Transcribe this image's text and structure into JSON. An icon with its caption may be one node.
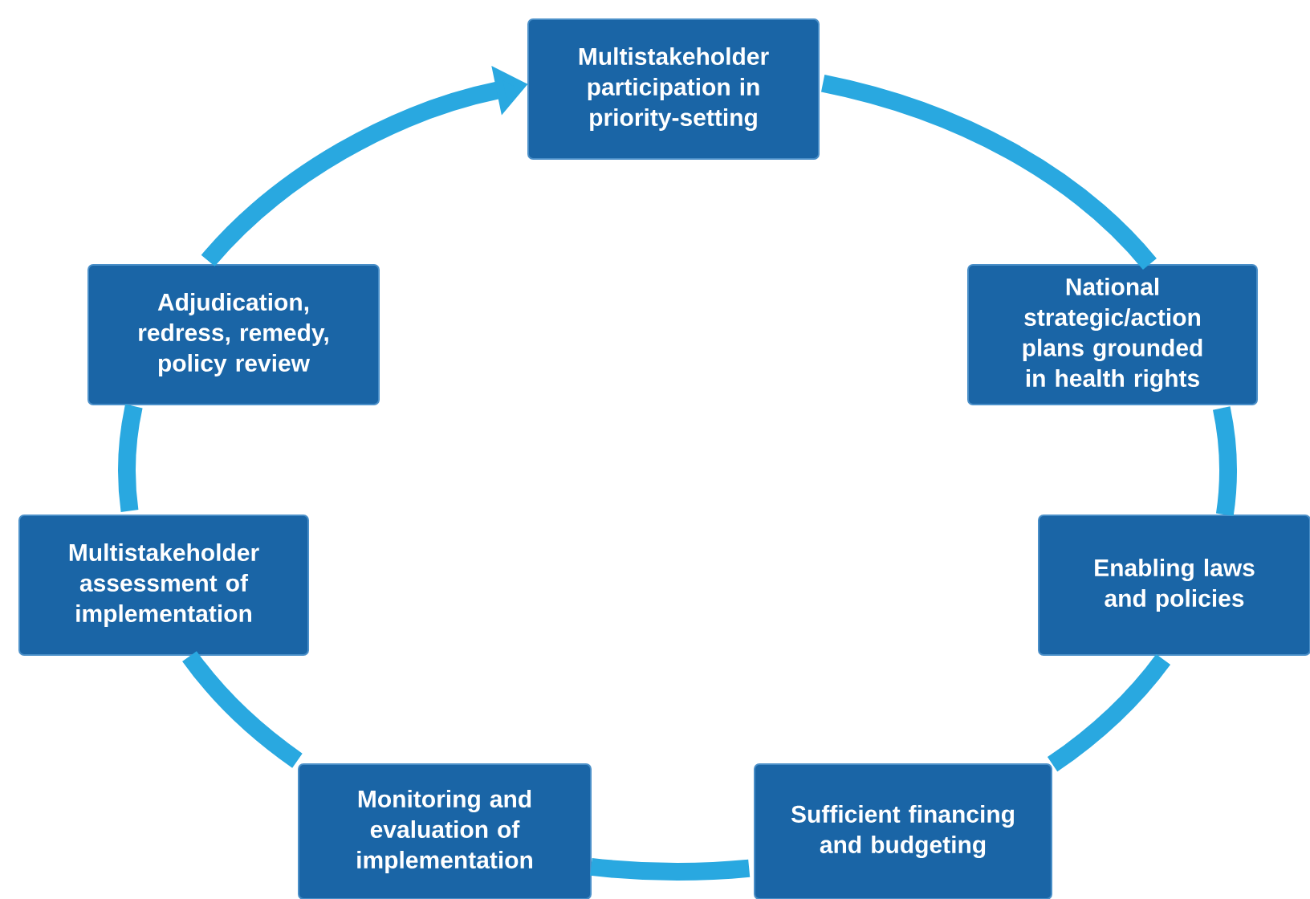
{
  "diagram": {
    "nodes": [
      {
        "text": [
          "Multistakeholder participation in priority-setting"
        ]
      },
      {
        "text": [
          "National strategic/action plans grounded in health rights"
        ]
      },
      {
        "text": [
          "Enabling laws and policies"
        ]
      },
      {
        "text": [
          "Sufficient financing and budgeting"
        ]
      },
      {
        "text": [
          "Monitoring and evaluation of implementation"
        ]
      },
      {
        "text": [
          "Multistakeholder assessment of implementation"
        ]
      },
      {
        "text": [
          "Adjudication, redress, remedy, policy review"
        ]
      }
    ],
    "edges": [
      {
        "from": 0,
        "to": 1,
        "arrow": "none"
      },
      {
        "from": 1,
        "to": 2,
        "arrow": "none"
      },
      {
        "from": 2,
        "to": 3,
        "arrow": "none"
      },
      {
        "from": 3,
        "to": 4,
        "arrow": "none"
      },
      {
        "from": 4,
        "to": 5,
        "arrow": "none"
      },
      {
        "from": 5,
        "to": 6,
        "arrow": "none"
      },
      {
        "from": 6,
        "to": 0,
        "arrow": "to"
      }
    ]
  }
}
